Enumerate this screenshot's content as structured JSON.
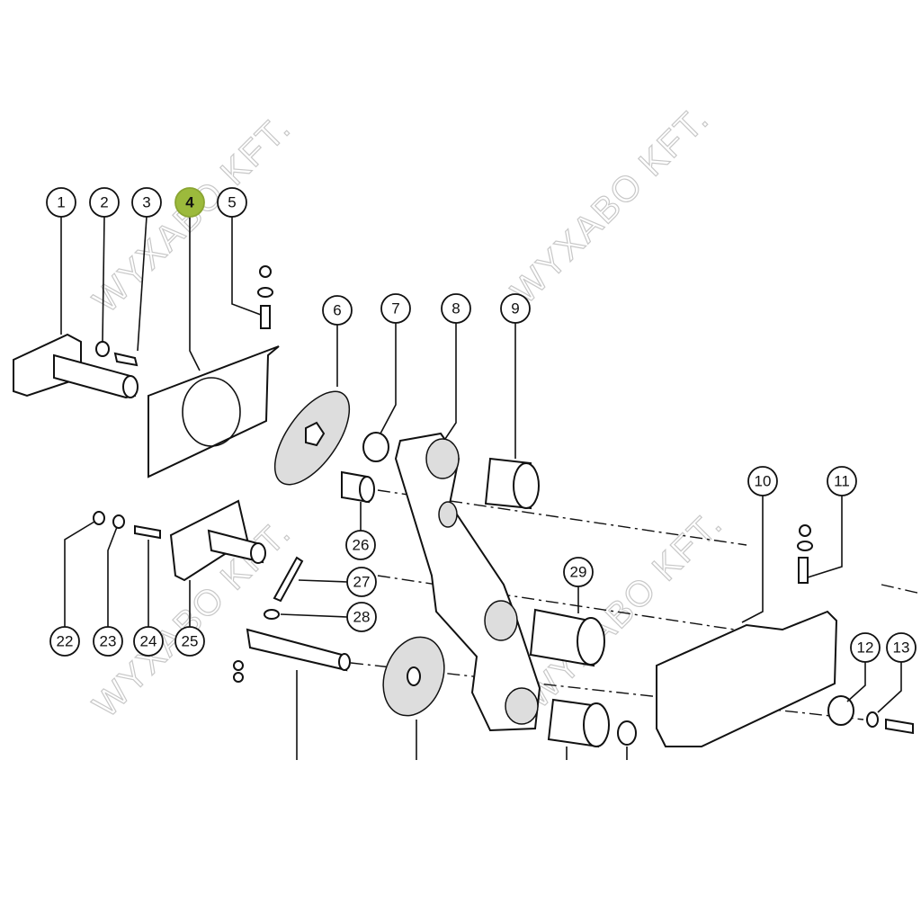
{
  "diagram": {
    "watermark": "WYXABO KFT.",
    "highlight_color": "#9cba3c",
    "callouts": [
      {
        "label": "1",
        "highlighted": false
      },
      {
        "label": "2",
        "highlighted": false
      },
      {
        "label": "3",
        "highlighted": false
      },
      {
        "label": "4",
        "highlighted": true
      },
      {
        "label": "5",
        "highlighted": false
      },
      {
        "label": "6",
        "highlighted": false
      },
      {
        "label": "7",
        "highlighted": false
      },
      {
        "label": "8",
        "highlighted": false
      },
      {
        "label": "9",
        "highlighted": false
      },
      {
        "label": "10",
        "highlighted": false
      },
      {
        "label": "11",
        "highlighted": false
      },
      {
        "label": "12",
        "highlighted": false
      },
      {
        "label": "13",
        "highlighted": false
      },
      {
        "label": "22",
        "highlighted": false
      },
      {
        "label": "23",
        "highlighted": false
      },
      {
        "label": "24",
        "highlighted": false
      },
      {
        "label": "25",
        "highlighted": false
      },
      {
        "label": "26",
        "highlighted": false
      },
      {
        "label": "27",
        "highlighted": false
      },
      {
        "label": "28",
        "highlighted": false
      },
      {
        "label": "29",
        "highlighted": false
      }
    ]
  }
}
